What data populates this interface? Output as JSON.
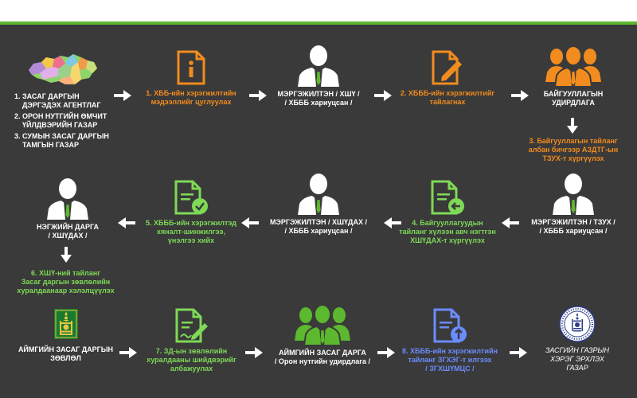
{
  "colors": {
    "background": "#3a3a3a",
    "accent_green": "#5cb82e",
    "orange": "#f28c1e",
    "green": "#7ed957",
    "blue": "#6b8cff",
    "white": "#ffffff"
  },
  "row1": {
    "agencies": [
      "1. ЗАСАГ ДАРГЫН",
      "ДЭРГЭДЭХ АГЕНТЛАГ",
      "2. ОРОН НУТГИЙН ӨМЧИТ",
      "ҮЙЛДВЭРИЙН ГАЗАР",
      "3. СУМЫН ЗАСАГ ДАРГЫН",
      "ТАМГЫН ГАЗАР"
    ],
    "step1": [
      "1. ХББ-ийн хэрэгжилтийн",
      "мэдээллийг цуглуулах"
    ],
    "specialist1": [
      "МЭРГЭЖИЛТЭН / ХШҮ /",
      "/ ХБББ хариуцсан /"
    ],
    "step2": [
      "2. ХБББ-ийн хэрэгжилтийг",
      "тайлагнах"
    ],
    "org_management": [
      "БАЙГУУЛЛАГЫН",
      "УДИРДЛАГА"
    ],
    "step3": [
      "3. Байгууллагын тайланг",
      "албан бичгээр АЗДТГ-ын",
      "ТЗУХ-т хүргүүлэх"
    ]
  },
  "row2": {
    "general_manager": [
      "НЭГЖИЙН ДАРГА",
      "/ ХШҮДАХ /"
    ],
    "step5": [
      "5. ХБББ-ийн хэрэгжилтэд",
      "хяналт-шинжилгээ,",
      "үнэлгээ хийх"
    ],
    "specialist2": [
      "МЭРГЭЖИЛТЭН / ХШҮДАХ /",
      "/ ХБББ хариуцсан /"
    ],
    "step4": [
      "4. Байгууллагуудын",
      "тайланг хүлээн авч нэгтгэн",
      "ХШҮДАХ-т хүргүүлэх"
    ],
    "specialist3": [
      "МЭРГЭЖИЛТЭН / ТЗУХ /",
      "/ ХБББ хариуцсан /"
    ],
    "step6": [
      "6. ХШҮ-ний тайланг",
      "Засаг даргын зөвлөлийн",
      "хуралдаанаар хэлэлцүүлэх"
    ]
  },
  "row3": {
    "council": [
      "АЙМГИЙН ЗАСАГ ДАРГЫН",
      "ЗӨВЛӨЛ"
    ],
    "step7": [
      "7. ЗД-ын зөвлөлийн",
      "хуралдааны шийдвэрийг",
      "албажуулах"
    ],
    "governor": [
      "АЙМГИЙН ЗАСАГ ДАРГА",
      "/ Орон нутгийн удирдлага /"
    ],
    "step8": [
      "8. ХБББ-ийн хэрэгжилтийн",
      "тайланг ЗГХЭГ-т илгээх",
      "/ ЗГХШҮМЦС /"
    ],
    "cabinet": [
      "ЗАСГИЙН ГАЗРЫН",
      "ХЭРЭГ ЭРХЛЭХ",
      "ГАЗАР"
    ]
  },
  "icons": [
    "mongolia-map-icon",
    "info-document-icon",
    "person-icon",
    "edit-document-icon",
    "group-icon",
    "check-document-icon",
    "arrow-document-icon",
    "soyombo-emblem-icon",
    "signature-document-icon",
    "upload-document-icon",
    "cabinet-seal-icon"
  ]
}
